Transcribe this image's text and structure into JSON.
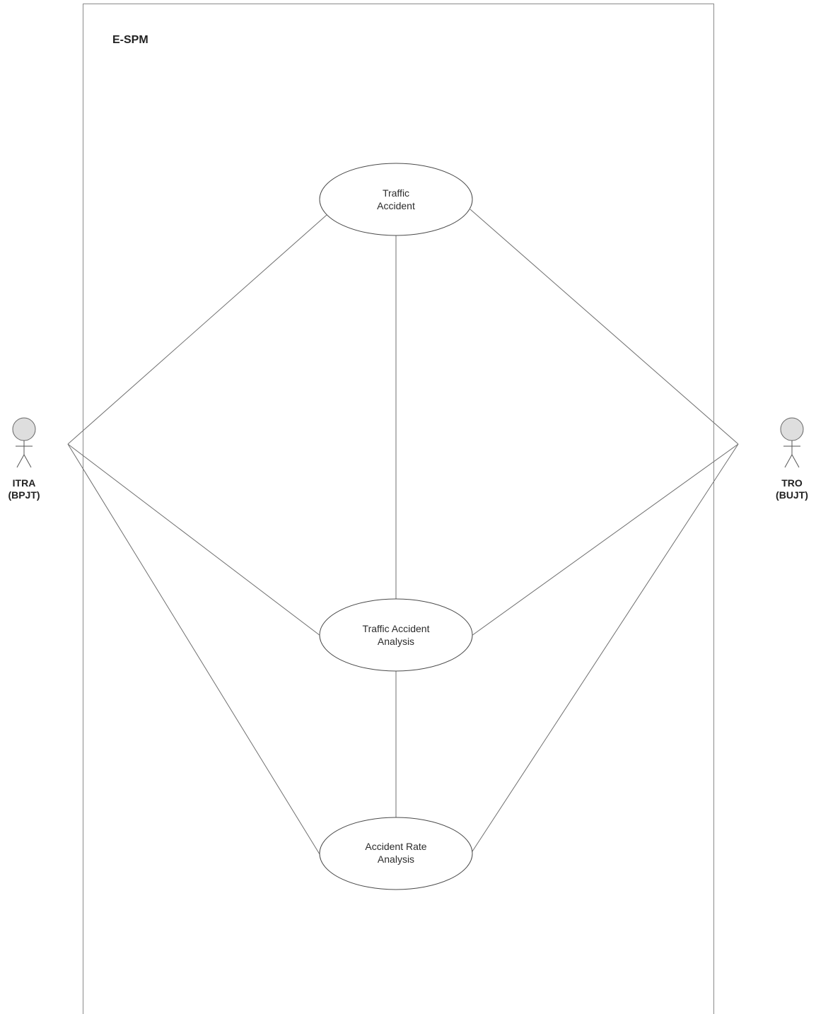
{
  "system": {
    "title": "E-SPM"
  },
  "use_cases": [
    {
      "id": "traffic_accident",
      "lines": [
        "Traffic",
        "Accident"
      ]
    },
    {
      "id": "traffic_accident_analysis",
      "lines": [
        "Traffic Accident",
        "Analysis"
      ]
    },
    {
      "id": "accident_rate_analysis",
      "lines": [
        "Accident Rate",
        "Analysis"
      ]
    }
  ],
  "actors": [
    {
      "id": "itra",
      "lines": [
        "ITRA",
        "(BPJT)"
      ]
    },
    {
      "id": "tro",
      "lines": [
        "TRO",
        "(BUJT)"
      ]
    }
  ],
  "associations": [
    [
      "itra",
      "traffic_accident"
    ],
    [
      "itra",
      "traffic_accident_analysis"
    ],
    [
      "itra",
      "accident_rate_analysis"
    ],
    [
      "tro",
      "traffic_accident"
    ],
    [
      "tro",
      "traffic_accident_analysis"
    ],
    [
      "tro",
      "accident_rate_analysis"
    ],
    [
      "traffic_accident",
      "traffic_accident_analysis"
    ],
    [
      "traffic_accident_analysis",
      "accident_rate_analysis"
    ]
  ]
}
